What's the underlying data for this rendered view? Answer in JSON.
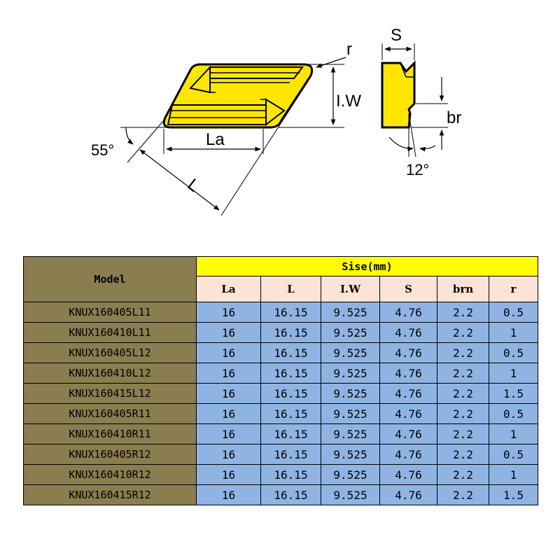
{
  "drawing": {
    "labels": {
      "r": "r",
      "iw": "I.W",
      "la": "La",
      "angle55": "55°",
      "l": "L",
      "s": "S",
      "br": "br",
      "angle12": "12°"
    },
    "colors": {
      "insert_fill": "#ffe600",
      "outline": "#000000"
    }
  },
  "table": {
    "model_header": "Model",
    "size_header": "Sise(mm)",
    "columns": [
      "La",
      "L",
      "I.W",
      "S",
      "brn",
      "r"
    ],
    "rows": [
      {
        "model": "KNUX160405L11",
        "values": [
          "16",
          "16.15",
          "9.525",
          "4.76",
          "2.2",
          "0.5"
        ]
      },
      {
        "model": "KNUX160410L11",
        "values": [
          "16",
          "16.15",
          "9.525",
          "4.76",
          "2.2",
          "1"
        ]
      },
      {
        "model": "KNUX160405L12",
        "values": [
          "16",
          "16.15",
          "9.525",
          "4.76",
          "2.2",
          "0.5"
        ]
      },
      {
        "model": "KNUX160410L12",
        "values": [
          "16",
          "16.15",
          "9.525",
          "4.76",
          "2.2",
          "1"
        ]
      },
      {
        "model": "KNUX160415L12",
        "values": [
          "16",
          "16.15",
          "9.525",
          "4.76",
          "2.2",
          "1.5"
        ]
      },
      {
        "model": "KNUX160405R11",
        "values": [
          "16",
          "16.15",
          "9.525",
          "4.76",
          "2.2",
          "0.5"
        ]
      },
      {
        "model": "KNUX160410R11",
        "values": [
          "16",
          "16.15",
          "9.525",
          "4.76",
          "2.2",
          "1"
        ]
      },
      {
        "model": "KNUX160405R12",
        "values": [
          "16",
          "16.15",
          "9.525",
          "4.76",
          "2.2",
          "0.5"
        ]
      },
      {
        "model": "KNUX160410R12",
        "values": [
          "16",
          "16.15",
          "9.525",
          "4.76",
          "2.2",
          "1"
        ]
      },
      {
        "model": "KNUX160415R12",
        "values": [
          "16",
          "16.15",
          "9.525",
          "4.76",
          "2.2",
          "1.5"
        ]
      }
    ],
    "colors": {
      "model_bg": "#8a7d4f",
      "size_header_bg": "#ffff00",
      "column_header_bg": "#fbe3d6",
      "value_bg": "#8fb4e3"
    }
  }
}
